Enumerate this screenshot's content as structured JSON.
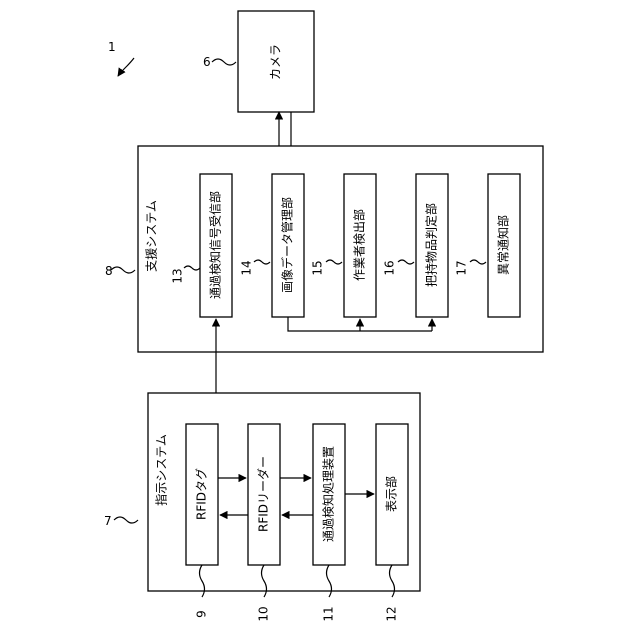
{
  "figure": {
    "system_ref": "1",
    "camera": {
      "ref": "6",
      "label": "カメラ"
    },
    "support_system": {
      "ref": "8",
      "title": "支援システム",
      "units": [
        {
          "ref": "13",
          "label": "通過検知信号受信部"
        },
        {
          "ref": "14",
          "label": "画像データ管理部"
        },
        {
          "ref": "15",
          "label": "作業者検出部"
        },
        {
          "ref": "16",
          "label": "把持物品判定部"
        },
        {
          "ref": "17",
          "label": "異常通知部"
        }
      ]
    },
    "instruction_system": {
      "ref": "7",
      "title": "指示システム",
      "units": [
        {
          "ref": "9",
          "label": "RFIDタグ"
        },
        {
          "ref": "10",
          "label": "RFIDリーダー"
        },
        {
          "ref": "11",
          "label": "通過検知処理装置"
        },
        {
          "ref": "12",
          "label": "表示部"
        }
      ]
    }
  }
}
